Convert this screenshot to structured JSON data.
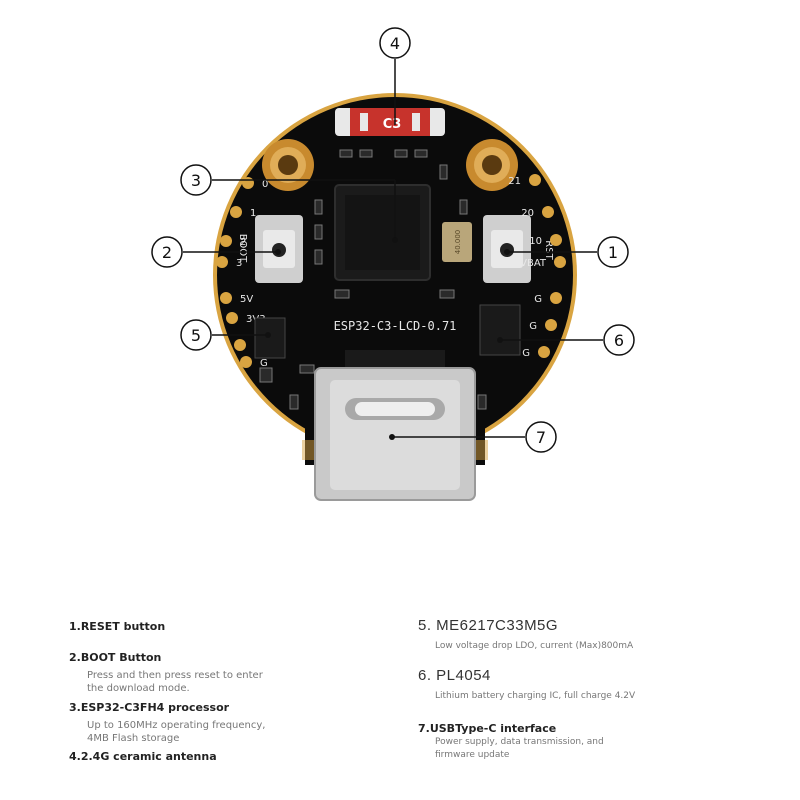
{
  "board": {
    "silkscreen_name": "ESP32-C3-LCD-0.71",
    "boot_label": "BOOT",
    "reset_label": "RST",
    "crystal_label": "40.000",
    "left_pins": [
      "0",
      "1",
      "2",
      "3",
      "5V",
      "3V3",
      "G",
      "G"
    ],
    "right_pins": [
      "21",
      "20",
      "10",
      "VBAT",
      "G",
      "G",
      "G"
    ],
    "colors": {
      "pcb": "#0b0b0b",
      "gold": "#d9a441",
      "usb": "#c9c9c9"
    }
  },
  "callouts": [
    {
      "number": "1"
    },
    {
      "number": "2"
    },
    {
      "number": "3"
    },
    {
      "number": "4"
    },
    {
      "number": "5"
    },
    {
      "number": "6"
    },
    {
      "number": "7"
    }
  ],
  "legend": {
    "item1": {
      "title": "1.RESET button"
    },
    "item2": {
      "title": "2.BOOT Button",
      "desc1": "Press and then press reset to enter",
      "desc2": "the download mode."
    },
    "item3": {
      "title": "3.ESP32-C3FH4 processor",
      "desc1": "Up to 160MHz operating frequency,",
      "desc2": "4MB Flash storage"
    },
    "item4": {
      "title": "4.2.4G ceramic antenna"
    },
    "item5": {
      "title": "5. ME6217C33M5G",
      "desc1": "Low voltage drop LDO, current (Max)800mA"
    },
    "item6": {
      "title": "6. PL4054",
      "desc1": "Lithium battery charging IC, full charge 4.2V"
    },
    "item7": {
      "title": "7.USBType-C interface",
      "desc1": "Power supply, data transmission, and",
      "desc2": "firmware update"
    }
  }
}
